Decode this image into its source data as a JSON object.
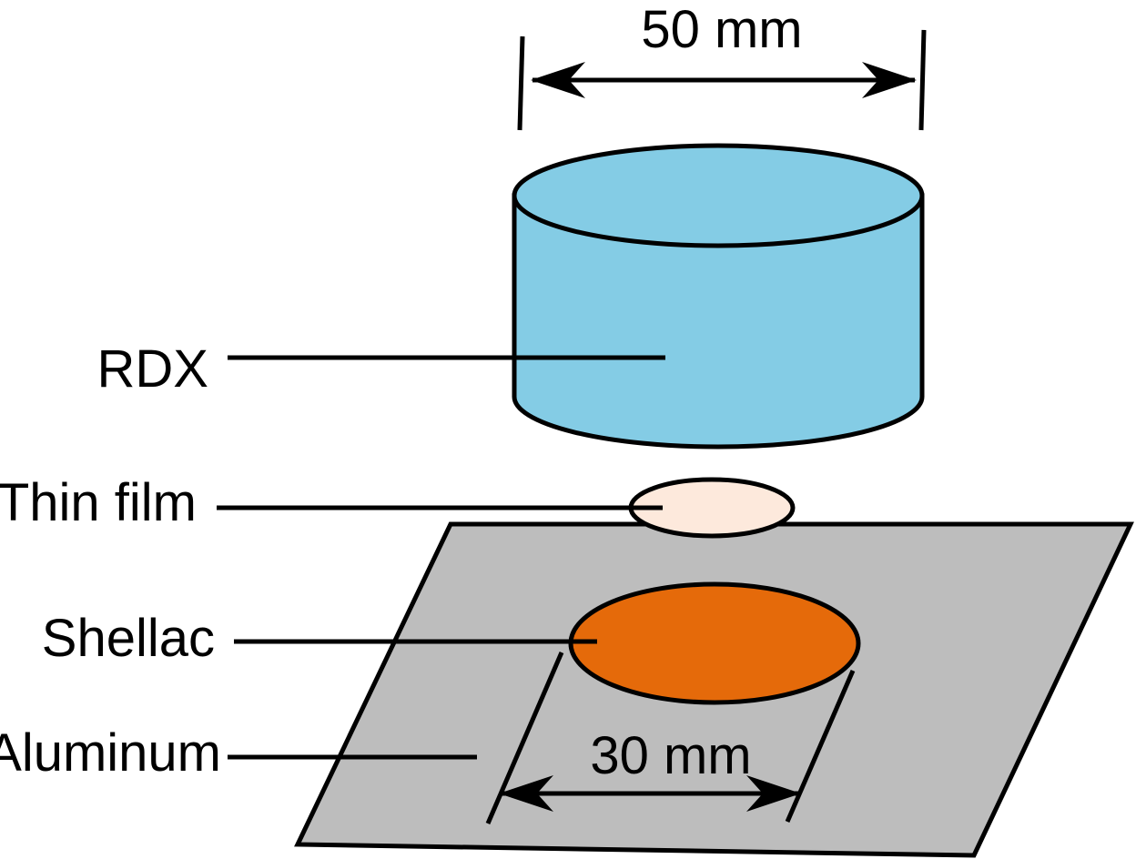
{
  "labels": {
    "rdx": "RDX",
    "thin_film": "Thin film",
    "shellac": "Shellac",
    "aluminum": "Aluminum"
  },
  "dimensions": {
    "top": "50 mm",
    "bottom": "30 mm"
  },
  "colors": {
    "rdx": "#84cce5",
    "thin_film": "#fde9dc",
    "shellac": "#e56a0a",
    "aluminum": "#bdbdbd",
    "outline": "#000000"
  }
}
